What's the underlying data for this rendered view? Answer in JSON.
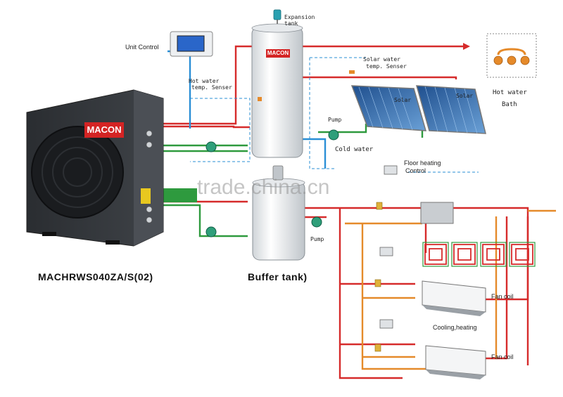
{
  "labels": {
    "unit_control": "Unit Control",
    "expansion_tank": "Expansion tank",
    "hot_water_sensor_1": "Hot water",
    "hot_water_sensor_2": "temp. Senser",
    "solar_sensor_1": "Solar water",
    "solar_sensor_2": "temp. Senser",
    "solar_1": "Solar",
    "solar_2": "Solar",
    "hot_water": "Hot water",
    "bath": "Bath",
    "pump_top": "Pump",
    "cold_water": "Cold water",
    "floor_heating_1": "Floor heating",
    "floor_heating_2": "Control",
    "pump_bottom": "Pump",
    "fan_coil_1": "Fan coil",
    "cooling_heating": "Cooling,heating",
    "fan_coil_2": "Fan coil",
    "unit_model": "MACHRWS040ZA/S(02)",
    "buffer_tank": "Buffer tank)",
    "watermark": "trade.china.cn",
    "brand_unit": "MACON",
    "brand_tank": "MACON"
  },
  "colors": {
    "hot_pipe": "#d62b2b",
    "return_pipe": "#2e9a3e",
    "cold_pipe": "#2a8fd6",
    "aux_pipe": "#e58a2a",
    "brand_red": "#d42424"
  }
}
